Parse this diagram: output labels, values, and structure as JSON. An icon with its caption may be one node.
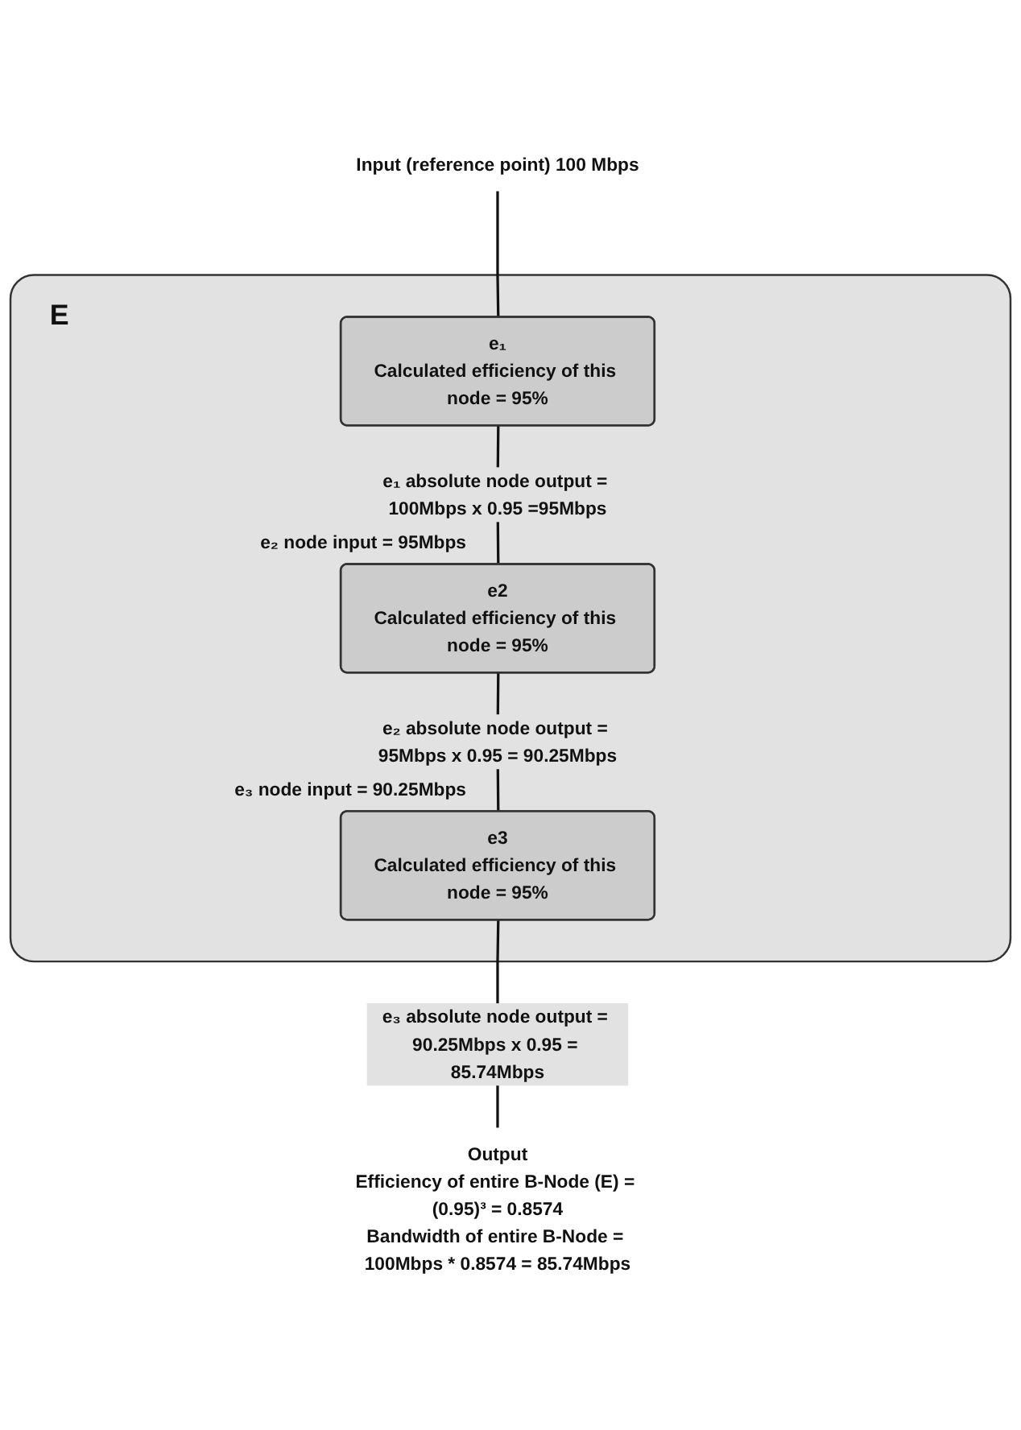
{
  "diagram": {
    "nodes": [
      {
        "text": [
          "Input (reference point) 100 Mbps"
        ]
      },
      {
        "text": [
          "E"
        ]
      },
      {
        "text": [
          "e₁",
          "Calculated efficiency of this node = 95%"
        ],
        "in": 1
      },
      {
        "text": [
          "e2",
          "Calculated efficiency of this node = 95%"
        ],
        "in": 1,
        "beside": [
          "e₂ node input = 95Mbps"
        ]
      },
      {
        "text": [
          "e3",
          "Calculated efficiency of this node = 95%"
        ],
        "in": 1,
        "beside": [
          "e₃ node input = 90.25Mbps"
        ]
      },
      {
        "text": [
          "Output",
          "Efficiency of entire B-Node (E) = (0.95)³ = 0.8574",
          "Bandwidth of entire B-Node = 100Mbps * 0.8574 = 85.74Mbps"
        ]
      }
    ],
    "edges": [
      {
        "from": 0,
        "to": 2,
        "arrow": "none"
      },
      {
        "from": 2,
        "to": 3,
        "arrow": "none",
        "label": "e₁ absolute node output = 100Mbps x 0.95 =95Mbps"
      },
      {
        "from": 3,
        "to": 4,
        "arrow": "none",
        "label": "e₂ absolute node output = 95Mbps x 0.95 = 90.25Mbps"
      },
      {
        "from": 4,
        "to": 5,
        "arrow": "none",
        "label": "e₃ absolute node output = 90.25Mbps x 0.95 = 85.74Mbps"
      }
    ]
  }
}
